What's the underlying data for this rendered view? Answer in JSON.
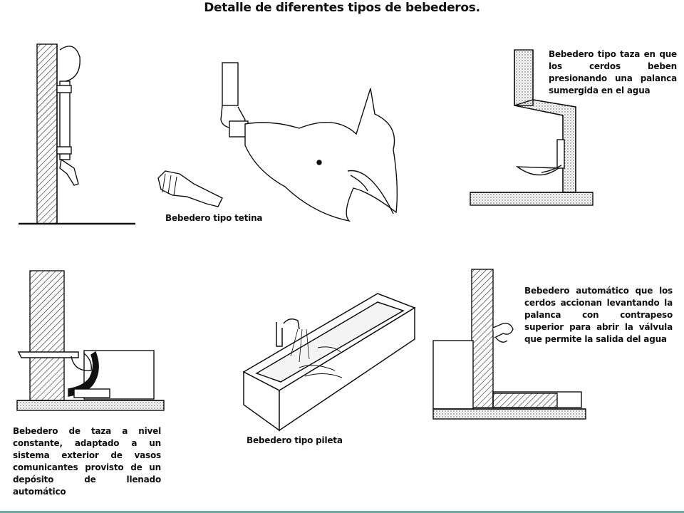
{
  "title": "Detalle de diferentes tipos de bebederos.",
  "captions": {
    "tetina": "Bebedero tipo tetina",
    "taza": "Bebedero tipo taza en que los cerdos beben presionando una palanca sumergida en el agua",
    "nivel_constante": "Bebedero de taza a nivel constante, adaptado a un sistema exterior de vasos comunicantes provisto de un depósito de llenado automático",
    "pileta": "Bebedero tipo pileta",
    "automatico": "Bebedero automático que los cerdos accionan levantando la palanca con contrapeso superior para abrir la válvula que permite la salida del agua"
  },
  "colors": {
    "ink": "#111111",
    "accent_rule": "#6fa8a0"
  }
}
